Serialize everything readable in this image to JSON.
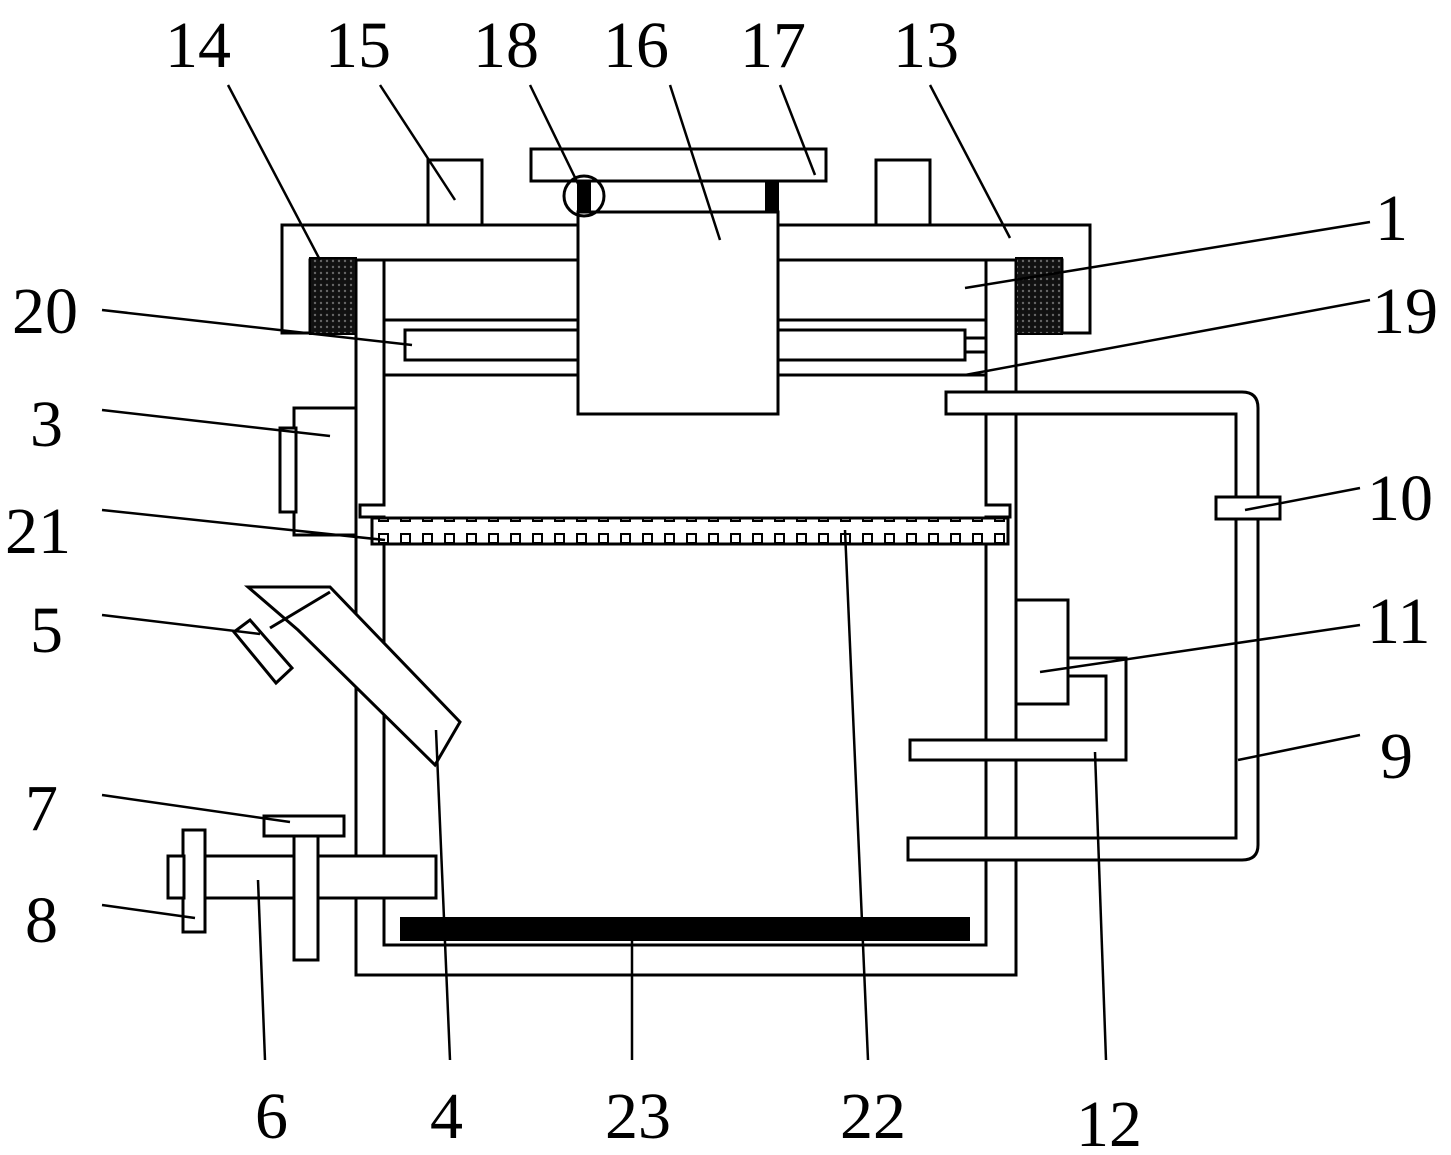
{
  "labels": {
    "l1": "1",
    "l3": "3",
    "l4": "4",
    "l5": "5",
    "l6": "6",
    "l7": "7",
    "l8": "8",
    "l9": "9",
    "l10": "10",
    "l11": "11",
    "l12": "12",
    "l13": "13",
    "l14": "14",
    "l15": "15",
    "l16": "16",
    "l17": "17",
    "l18": "18",
    "l19": "19",
    "l20": "20",
    "l21": "21",
    "l22": "22",
    "l23": "23"
  },
  "colors": {
    "line": "#000000",
    "background": "#ffffff",
    "seal": "#222222"
  }
}
